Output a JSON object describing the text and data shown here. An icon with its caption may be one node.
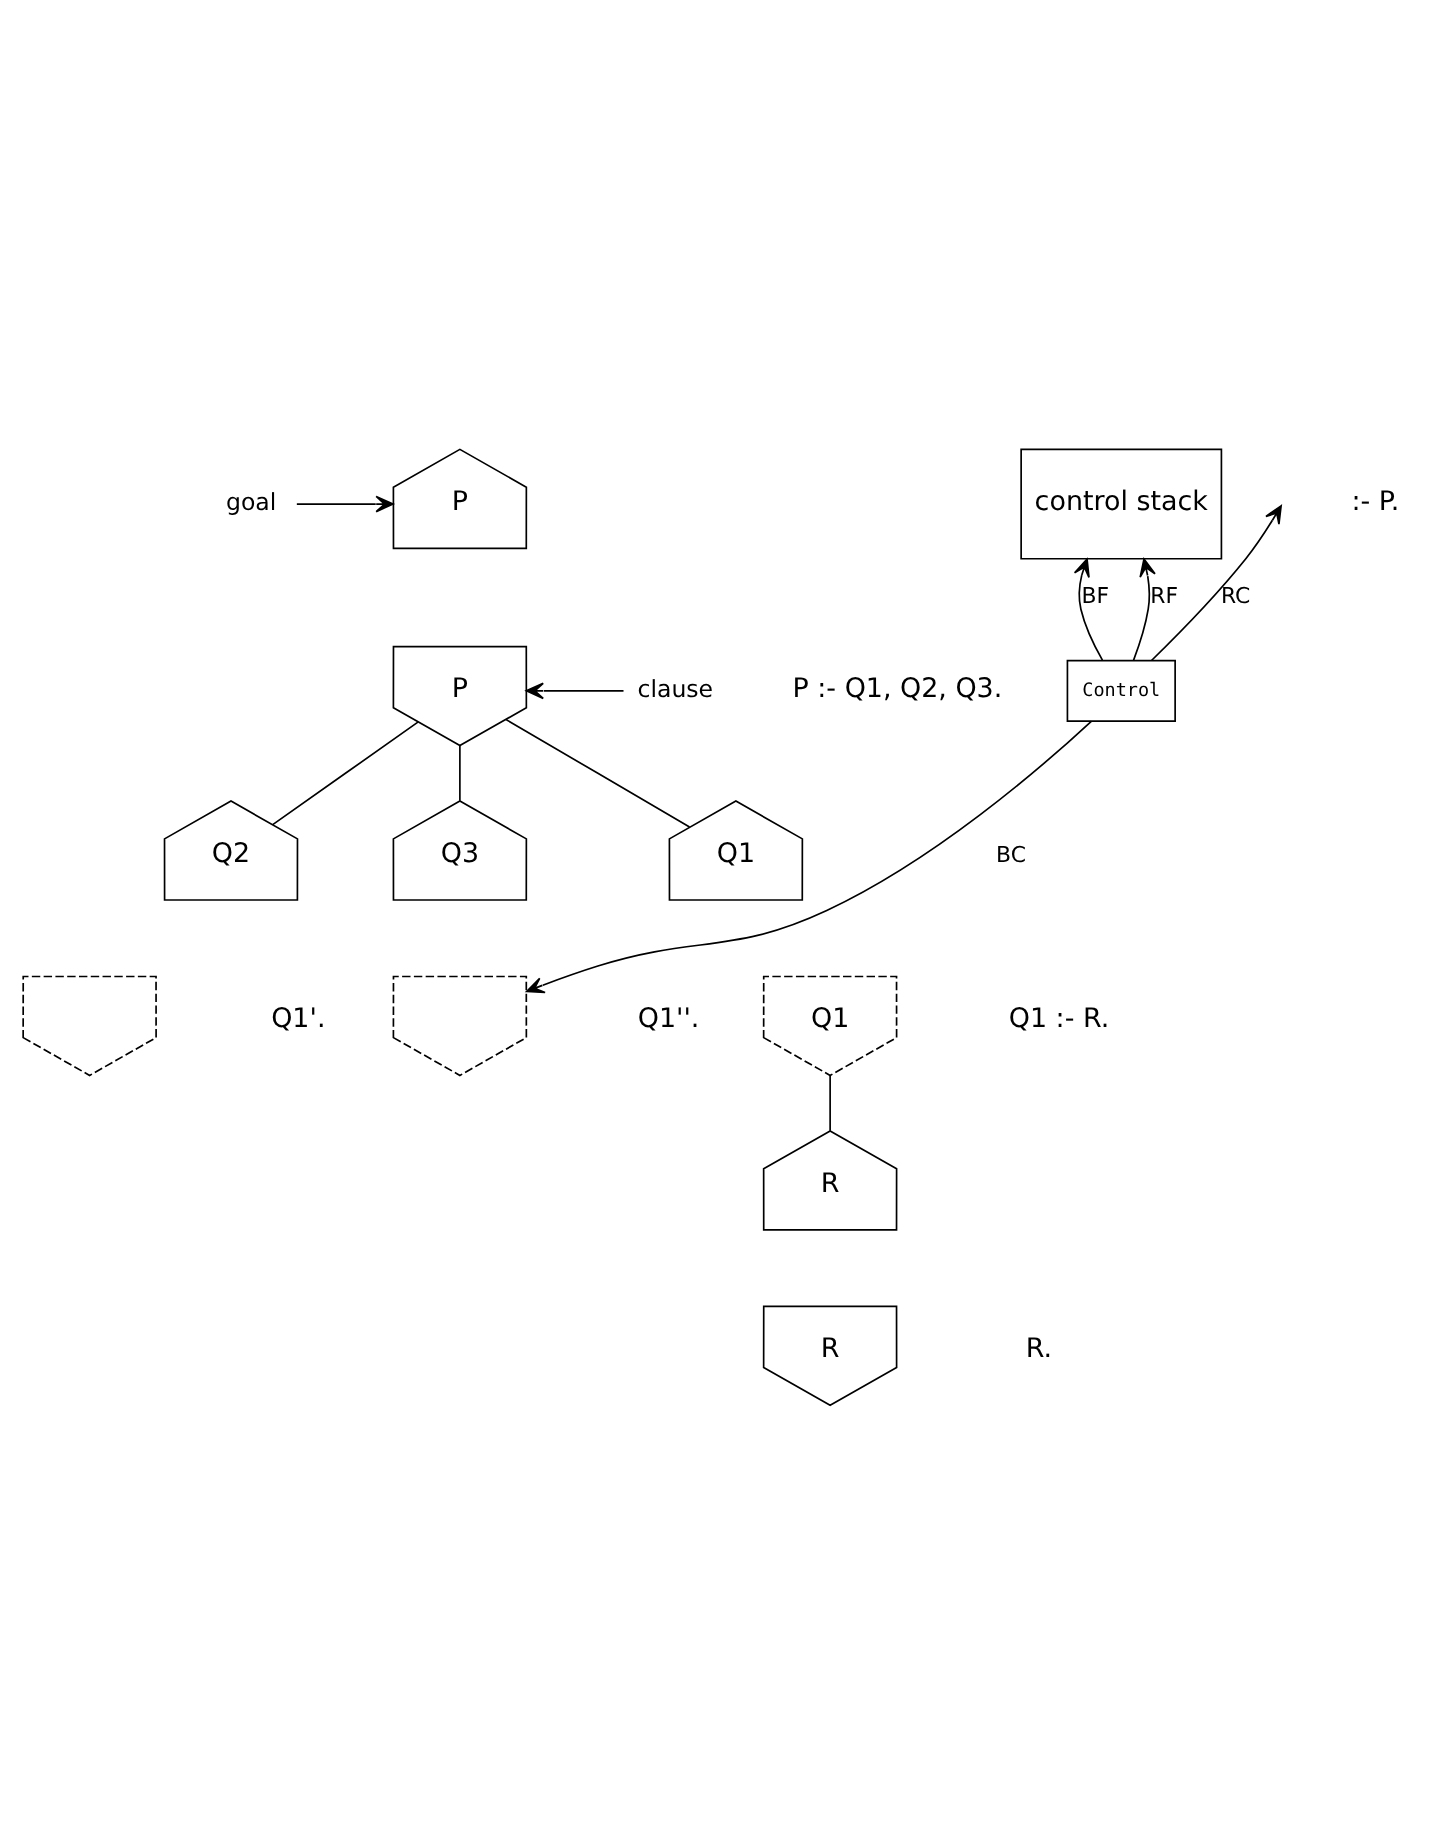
{
  "diagram": {
    "nodes": [
      {
        "text": [
          "goal"
        ]
      },
      {
        "text": [
          "P"
        ]
      },
      {
        "text": [
          "clause"
        ]
      },
      {
        "text": [
          "P"
        ]
      },
      {
        "text": [
          "Q1"
        ]
      },
      {
        "text": [
          "Q2"
        ]
      },
      {
        "text": [
          "Q3"
        ]
      },
      {
        "text": [
          "Q1"
        ]
      },
      {
        "text": [],
        "shape": "box"
      },
      {
        "text": [],
        "shape": "box"
      },
      {
        "text": [
          "R"
        ]
      },
      {
        "text": [
          "R"
        ]
      },
      {
        "text": [
          "control stack"
        ]
      },
      {
        "text": [
          "Control"
        ]
      }
    ],
    "edges": [
      {
        "from": 0,
        "to": 1,
        "arrow": "to"
      },
      {
        "from": 2,
        "to": 3,
        "arrow": "to"
      },
      {
        "from": 3,
        "to": 4,
        "arrow": "none"
      },
      {
        "from": 3,
        "to": 5,
        "arrow": "none"
      },
      {
        "from": 3,
        "to": 6,
        "arrow": "none"
      },
      {
        "from": 7,
        "to": 10,
        "arrow": "none"
      },
      {
        "from": 13,
        "to": null,
        "arrow": "to",
        "label": "RC"
      },
      {
        "from": 13,
        "to": 9,
        "arrow": "to",
        "label": "BC"
      },
      {
        "from": 13,
        "to": 12,
        "arrow": "to",
        "label": "RF"
      },
      {
        "from": 13,
        "to": 12,
        "arrow": "to",
        "label": "BF"
      }
    ],
    "labels": [
      ":- P.",
      "P :- Q1, Q2, Q3.",
      "Q1 :- R.",
      "Q1'.",
      "Q1''.",
      "R."
    ]
  }
}
